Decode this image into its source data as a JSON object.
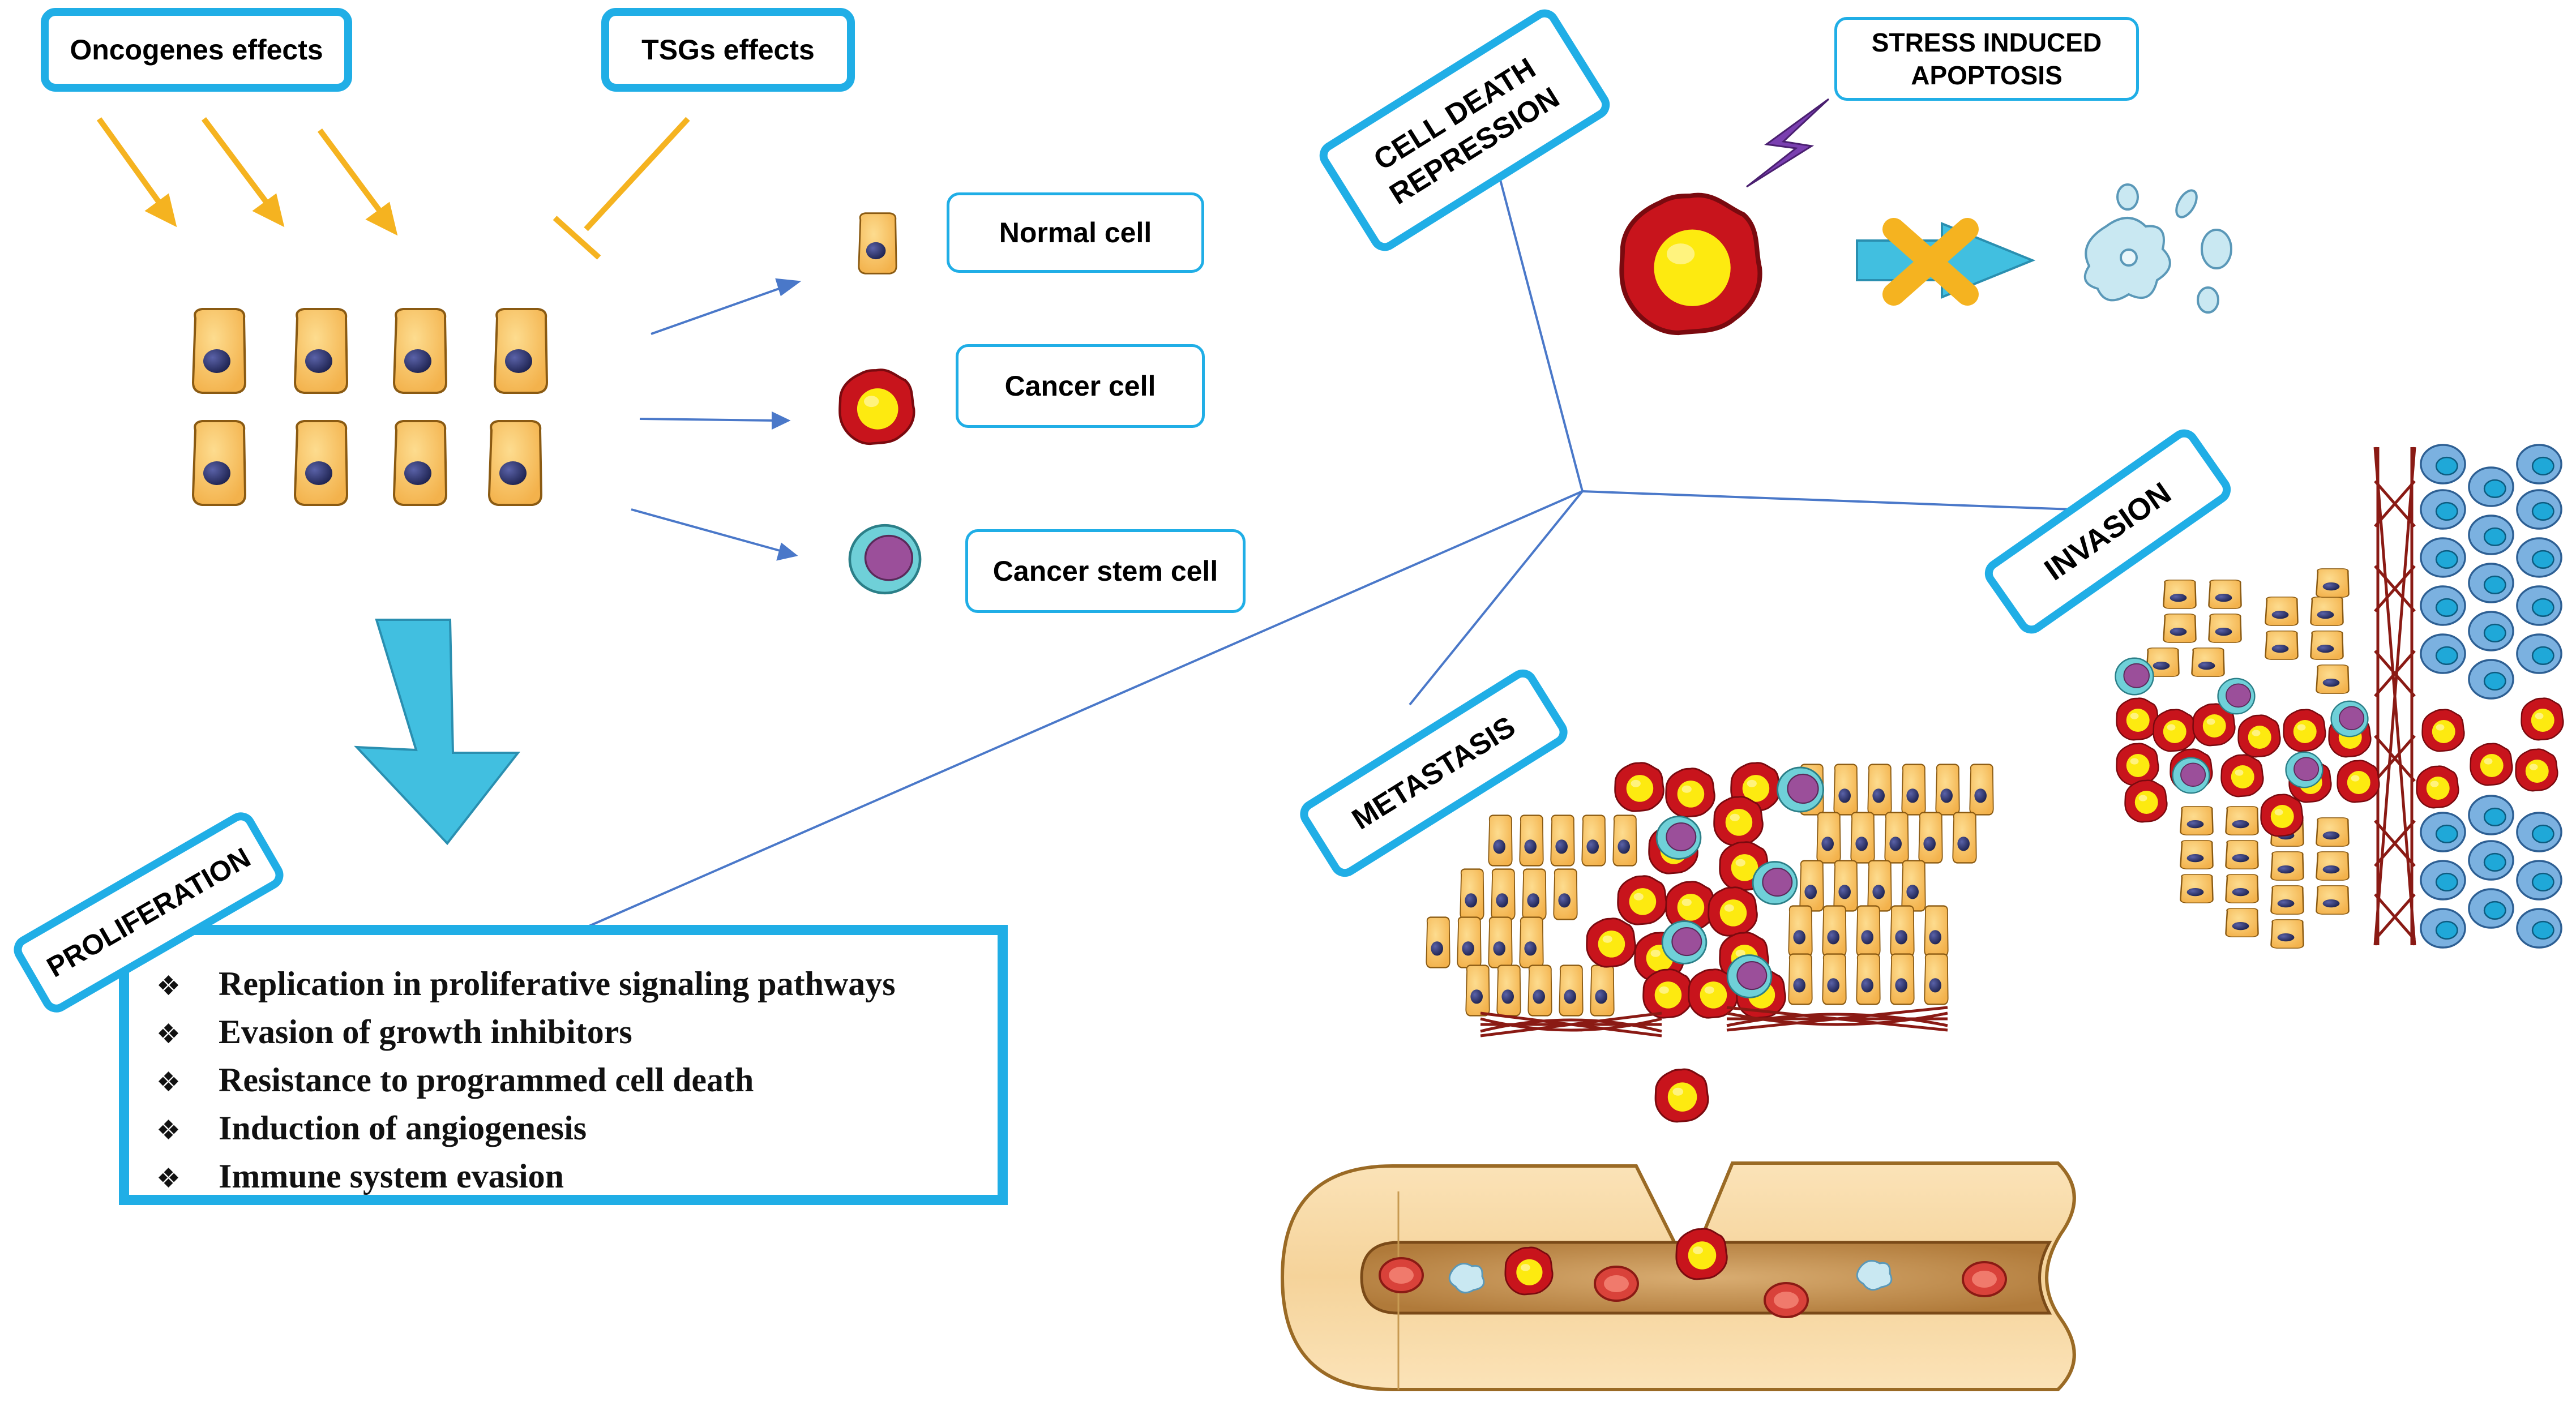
{
  "labels": {
    "oncogenes": "Oncogenes effects",
    "tsgs": "TSGs effects",
    "normal_cell": "Normal cell",
    "cancer_cell": "Cancer cell",
    "cancer_stem_cell": "Cancer stem cell",
    "cell_death_repression": [
      "CELL DEATH",
      "REPRESSION"
    ],
    "stress_induced_apoptosis": [
      "STRESS INDUCED",
      "APOPTOSIS"
    ],
    "invasion": "INVASION",
    "metastasis": "METASTASIS",
    "proliferation": "PROLIFERATION"
  },
  "proliferation_items": [
    "Replication in proliferative signaling pathways",
    "Evasion of growth inhibitors",
    "Resistance to programmed cell death",
    "Induction of angiogenesis",
    "Immune  system evasion"
  ],
  "colors": {
    "box_border": "#20aee6",
    "arrow_yellow": "#f5b320",
    "cell_fill": "#f9c46b",
    "nucleus": "#2e3466",
    "cancer_red": "#c8141c",
    "cancer_yellow": "#fdea10",
    "stem_cyan": "#6fd0d8",
    "stem_purple": "#9b4f9a",
    "connector": "#4a78c9",
    "big_arrow": "#41bfe0",
    "lightning": "#7a3fb0",
    "block_x": "#f5b320"
  },
  "icons": [
    "lightning-icon",
    "blocked-arrow-icon",
    "apoptotic-body-icon",
    "bullet-diamond-icon"
  ]
}
